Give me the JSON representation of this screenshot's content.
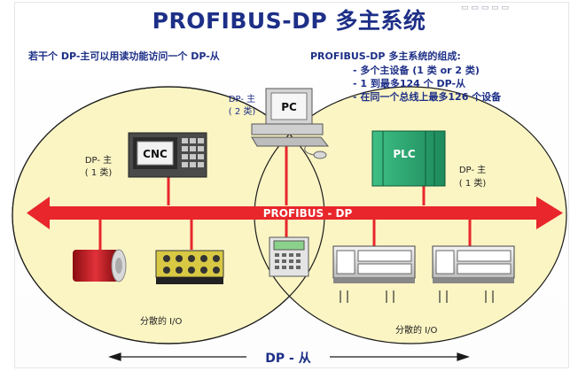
{
  "title": "PROFIBUS-DP 多主系统",
  "left_note": "若干个 DP-主可以用读功能访问一个 DP-从",
  "right_heading": "PROFIBUS-DP 多主系统的组成:",
  "right_items": [
    "- 多个主设备 (1 类 or 2 类)",
    "- 1 到最多124 个 DP-从",
    "- 在同一个总线上最多126 个设备"
  ],
  "pc_master": {
    "line1": "DP- 主",
    "line2": "( 2 类)",
    "device": "PC"
  },
  "cnc_master": {
    "line1": "DP- 主",
    "line2": "( 1 类)",
    "device": "CNC"
  },
  "plc_master": {
    "line1": "DP- 主",
    "line2": "( 1 类)",
    "device": "PLC"
  },
  "bus_label": "PROFIBUS - DP",
  "io_left": "分散的 I/O",
  "io_right": "分散的 I/O",
  "bottom_label": "DP - 从",
  "colors": {
    "ellipse_fill": "#fbf5c4",
    "ellipse_stroke": "#1a1a1a",
    "bus": "#e8262b",
    "title": "#1d2f87"
  }
}
